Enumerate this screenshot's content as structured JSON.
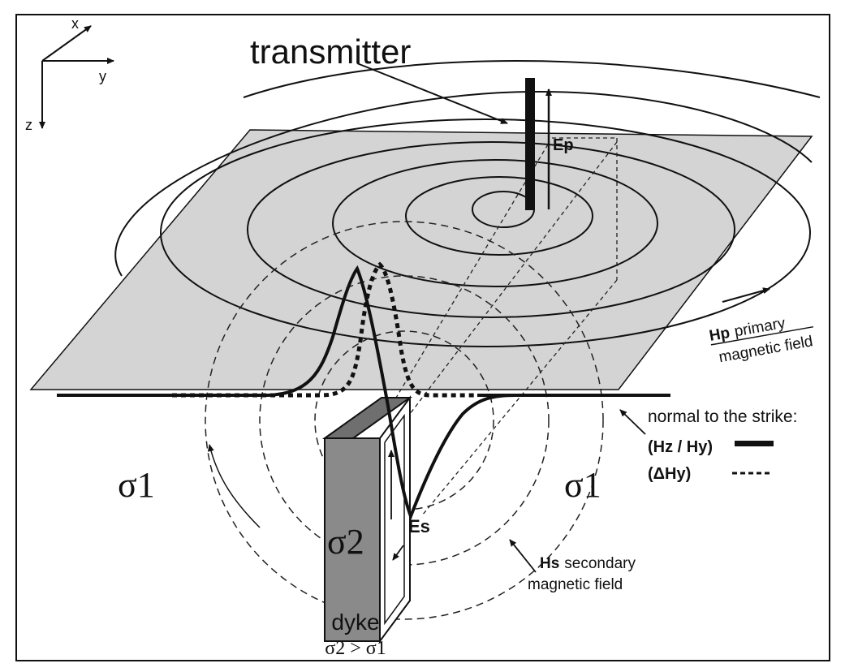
{
  "axes": {
    "x": "x",
    "y": "y",
    "z": "z"
  },
  "labels": {
    "transmitter": "transmitter",
    "ep": "Ep",
    "hp_symbol": "Hp",
    "hp_line1": "primary",
    "hp_line2": "magnetic field",
    "normal": "normal to the strike:",
    "legend_solid": "(Hz / Hy)",
    "legend_dashed": "(ΔHy)",
    "sigma1_left": "σ1",
    "sigma1_right": "σ1",
    "sigma2": "σ2",
    "es": "Es",
    "hs_symbol": "Hs",
    "hs_line1": "secondary",
    "hs_line2": "magnetic field",
    "dyke": "dyke",
    "dyke_relation": "σ2 > σ1"
  },
  "colors": {
    "line": "#111111",
    "plane": "#d4d4d4",
    "dyke_front": "#8a8a8a",
    "dyke_side": "#ffffff",
    "dyke_top": "#6f6f6f"
  }
}
